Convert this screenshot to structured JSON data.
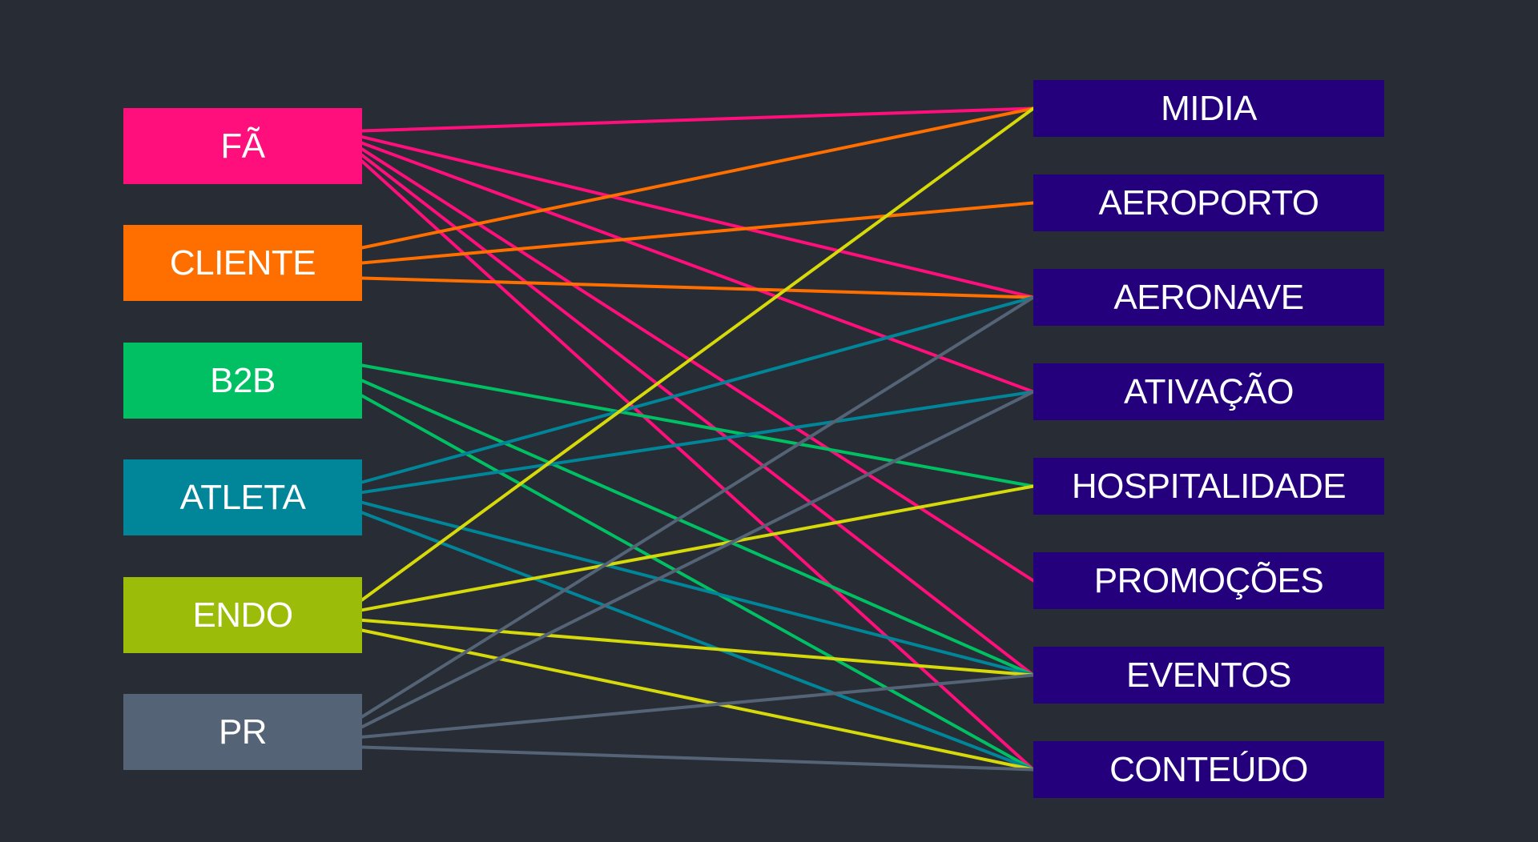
{
  "sources": [
    {
      "id": "fa",
      "label": "FÃ",
      "color": "#ff0f7b"
    },
    {
      "id": "cliente",
      "label": "CLIENTE",
      "color": "#ff6f00"
    },
    {
      "id": "b2b",
      "label": "B2B",
      "color": "#00c063"
    },
    {
      "id": "atleta",
      "label": "ATLETA",
      "color": "#008599"
    },
    {
      "id": "endo",
      "label": "ENDO",
      "color": "#9bbd0a"
    },
    {
      "id": "pr",
      "label": "PR",
      "color": "#546375"
    }
  ],
  "targets": [
    {
      "id": "midia",
      "label": "MIDIA"
    },
    {
      "id": "aeroporto",
      "label": "AEROPORTO"
    },
    {
      "id": "aeronave",
      "label": "AERONAVE"
    },
    {
      "id": "ativacao",
      "label": "ATIVAÇÃO"
    },
    {
      "id": "hospitalidade",
      "label": "HOSPITALIDADE"
    },
    {
      "id": "promocoes",
      "label": "PROMOÇÕES"
    },
    {
      "id": "eventos",
      "label": "EVENTOS"
    },
    {
      "id": "conteudo",
      "label": "CONTEÚDO"
    }
  ],
  "target_color": "#24007d",
  "background_color": "#272c35",
  "links": [
    {
      "from": "fa",
      "to": "midia",
      "color": "#ff0f7b"
    },
    {
      "from": "fa",
      "to": "aeronave",
      "color": "#ff0f7b"
    },
    {
      "from": "fa",
      "to": "ativacao",
      "color": "#ff0f7b"
    },
    {
      "from": "fa",
      "to": "promocoes",
      "color": "#ff0f7b"
    },
    {
      "from": "fa",
      "to": "eventos",
      "color": "#ff0f7b"
    },
    {
      "from": "fa",
      "to": "conteudo",
      "color": "#ff0f7b"
    },
    {
      "from": "cliente",
      "to": "midia",
      "color": "#ff6f00"
    },
    {
      "from": "cliente",
      "to": "aeroporto",
      "color": "#ff6f00"
    },
    {
      "from": "cliente",
      "to": "aeronave",
      "color": "#ff6f00"
    },
    {
      "from": "b2b",
      "to": "hospitalidade",
      "color": "#00c063"
    },
    {
      "from": "b2b",
      "to": "eventos",
      "color": "#00c063"
    },
    {
      "from": "b2b",
      "to": "conteudo",
      "color": "#00c063"
    },
    {
      "from": "atleta",
      "to": "aeronave",
      "color": "#008599"
    },
    {
      "from": "atleta",
      "to": "ativacao",
      "color": "#008599"
    },
    {
      "from": "atleta",
      "to": "eventos",
      "color": "#008599"
    },
    {
      "from": "atleta",
      "to": "conteudo",
      "color": "#008599"
    },
    {
      "from": "endo",
      "to": "midia",
      "color": "#d6d90a"
    },
    {
      "from": "endo",
      "to": "hospitalidade",
      "color": "#d6d90a"
    },
    {
      "from": "endo",
      "to": "eventos",
      "color": "#d6d90a"
    },
    {
      "from": "endo",
      "to": "conteudo",
      "color": "#d6d90a"
    },
    {
      "from": "pr",
      "to": "aeronave",
      "color": "#546375"
    },
    {
      "from": "pr",
      "to": "ativacao",
      "color": "#546375"
    },
    {
      "from": "pr",
      "to": "eventos",
      "color": "#546375"
    },
    {
      "from": "pr",
      "to": "conteudo",
      "color": "#546375"
    }
  ]
}
